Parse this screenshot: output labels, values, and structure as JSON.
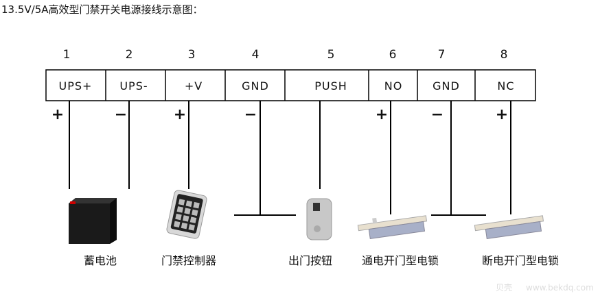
{
  "title": "13.5V/5A高效型门禁开关电源接线示意图：",
  "terminals": [
    {
      "number": "1",
      "label": "UPS+",
      "polarity": "+"
    },
    {
      "number": "2",
      "label": "UPS-",
      "polarity": "−"
    },
    {
      "number": "3",
      "label": "+V",
      "polarity": "+"
    },
    {
      "number": "4",
      "label": "GND",
      "polarity": "−"
    },
    {
      "number": "5",
      "label": "PUSH",
      "polarity": ""
    },
    {
      "number": "6",
      "label": "NO",
      "polarity": "+"
    },
    {
      "number": "7",
      "label": "GND",
      "polarity": "−"
    },
    {
      "number": "8",
      "label": "NC",
      "polarity": "+"
    }
  ],
  "devices": [
    {
      "label": "蓄电池",
      "icon": "battery-icon"
    },
    {
      "label": "门禁控制器",
      "icon": "keypad-icon"
    },
    {
      "label": "出门按钮",
      "icon": "exit-button-icon"
    },
    {
      "label": "通电开门型电锁",
      "icon": "electric-bolt-lock-icon"
    },
    {
      "label": "断电开门型电锁",
      "icon": "electric-bolt-lock-icon"
    }
  ],
  "watermark": {
    "brand": "贝壳",
    "url": "www.bekdq.com"
  }
}
